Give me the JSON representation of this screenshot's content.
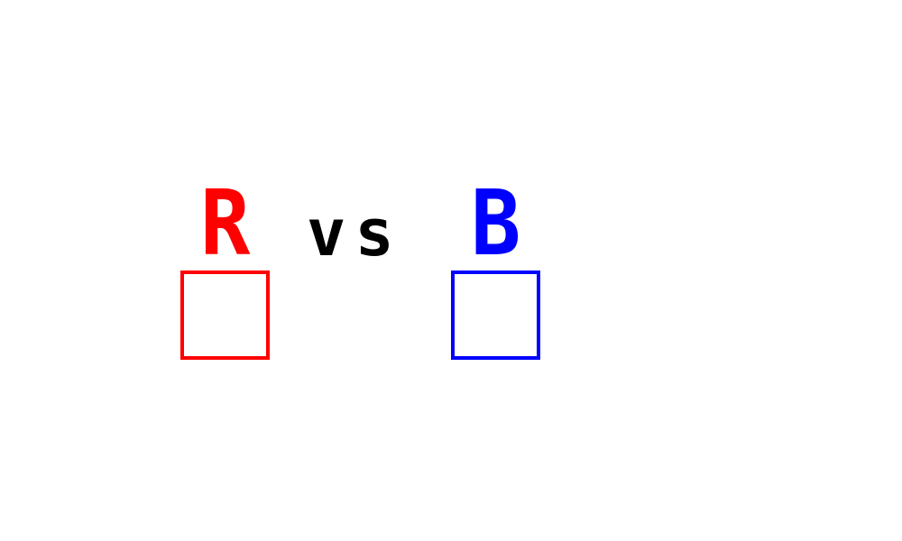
{
  "red_player": {
    "letter": "R",
    "color": "#ff0000"
  },
  "versus": {
    "text": "vs",
    "color": "#000000"
  },
  "blue_player": {
    "letter": "B",
    "color": "#0000ff"
  }
}
